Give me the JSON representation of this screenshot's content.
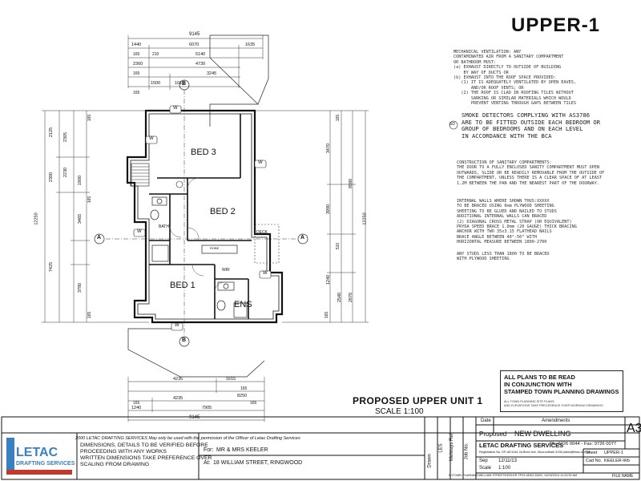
{
  "sheet_heading": "UPPER-1",
  "plan": {
    "title": "PROPOSED UPPER UNIT 1",
    "scale": "SCALE 1:100",
    "rooms": {
      "bed3": "BED 3",
      "bed2": "BED 2",
      "bed1": "BED 1",
      "ens": "ENS",
      "deck": "DECK",
      "wir": "WIR",
      "bath": "BATH",
      "robe": "ROBE"
    },
    "windows": [
      "W",
      "W",
      "W",
      "W",
      "W",
      "W"
    ],
    "top_dims": {
      "overall": "9145",
      "row1": [
        "1440",
        "6070",
        "1635"
      ],
      "row2": [
        "165",
        "210",
        "5140"
      ],
      "row3": [
        "2360",
        "4730"
      ],
      "row4": [
        "165",
        "3245"
      ],
      "row5": [
        "1500",
        "1015"
      ],
      "row6": [
        "165"
      ]
    },
    "bottom_dims": {
      "row1": [
        "4235",
        "1615"
      ],
      "row2": [
        "165",
        "8250"
      ],
      "row3": [
        "4235"
      ],
      "row4": [
        "165",
        "165"
      ],
      "row5": [
        "1240",
        "7905"
      ],
      "overall": "9145"
    },
    "left_dims": {
      "outer": "12250",
      "col2": [
        "2125",
        "2300",
        "7425"
      ],
      "col3": [
        "2305",
        "2230",
        "1800",
        "3465",
        "3780"
      ],
      "col4": [
        "165",
        "165",
        "165"
      ]
    },
    "right_dims": {
      "outer": "12250",
      "col1": [
        "9580"
      ],
      "col2": [
        "3470",
        "3990",
        "2540",
        "2870"
      ],
      "col3": [
        "165",
        "510",
        "1240",
        "165"
      ]
    },
    "sections": [
      "A",
      "A",
      "B",
      "B"
    ]
  },
  "notes": {
    "ventilation": "MECHANICAL VENTILATION: ANY\nCONTAMINATED AIR FROM A SANITARY COMPARTMENT\nOR BATHROOM MUST:\n(a) EXHAUST DIRECTLY TO OUTSIDE OF BUILDING\n    BY WAY OF DUCTS OR\n(b) EXHAUST INTO THE ROOF SPACE PROVIDED:\n   (1) IT IS ADEQUATELY VENTILATED BY OPEN EAVES,\n       AND/OR ROOF VENTS; OR\n   (2) THE ROOF IS CLAD IN ROOFING TILES WITHOUT\n       SARKING OR SIMILAR MATERIALS WHICH WOULD\n       PREVENT VENTING THROUGH GAPS BETWEEN TILES",
    "smoke_symbol": "SD",
    "smoke": "SMOKE DETECTORS COMPLYING WITH AS3786\nARE TO BE FITTED OUTSIDE EACH BEDROOM OR\nGROUP OF BEDROOMS AND ON EACH LEVEL\nIN ACCORDANCE WITH THE BCA",
    "sanitary": "CONSTRUCTION OF SANITARY COMPARTMENTS:\nTHE DOOR TO A FULLY ENCLOSED SANITY COMPARTMENT MUST OPEN\nOUTWARDS, SLIDE OR BE READILY REMOVABLE FROM THE OUTSIDE OF\nTHE COMPARTMENT, UNLESS THERE IS A CLEAR SPACE OF AT LEAST\n1.2M BETWEEN THE PAN AND THE NEAREST PART OF THE DOORWAY.",
    "bracing": "INTERNAL WALLS WHERE SHOWN THUS:XXXXX\nTO BE BRACED USING 6mm PLYWOOD SHEETING\nSHEETING TO BE GLUED AND NAILED TO STUDS\nADDITIONAL INTERNAL WALLS CAN BRACED\n(2) DIAGONAL CROSS METAL STRAP (OR EQUIVALENT)\nPRYDA SPEED BRACE 1.0mm (20 GAUGE) THICK BRACING\nANCHOR WITH TWO 35x3.15 FLATHEAD NAILS\nBRACE ANGLE BETWEEN 40°-50° WITH\nHORIZONTAL MEASURE BETWEEN 1800-2700",
    "studs": "ANY STUDS LESS THAN 1800 TO BE BRACED\nWITH PLYWOOD SHEETING"
  },
  "stamp": {
    "text": "ALL PLANS TO BE READ\nIN CONJUNCTION WITH\nSTAMPED TOWN PLANNING DRAWINGS",
    "small": "ALL TOWN PLANNING SITE PLANS\nAND ELEVATIONS TAKE PRECEDENCE OVER WORKING DRAWINGS"
  },
  "title_block": {
    "copyright": "2000 LETAC DRAFTING SERVICES May only be used with the permission of the Officer of Letac Drafting Services",
    "logo_letters": "LETAC",
    "logo_sub": "DRAFTING SERVICES",
    "disclaimer": "DIMENSIONS, DETAILS TO BE VERIFIED BEFORE\nPROCEEDING WITH ANY WORKS\nWRITTEN DIMENSIONS TAKE PREFERENCE OVER\nSCALING FROM DRAWING",
    "for_label": "For:",
    "client": "MR & MRS KEELER",
    "at_label": "At:",
    "address": "18 WILLIAM STREET, RINGWOOD",
    "side_labels": [
      "Drawn",
      "LES",
      "Melways Ref.",
      "Job No."
    ],
    "date_label": "Date",
    "amendments_label": "Amendments",
    "proposed_label": "Proposed",
    "project": "NEW DWELLING",
    "company": "LETAC DRAFTING SERVICES",
    "phone": "Ph: 9726 0044 - Fax: 9726 0077",
    "registration": "Registration No. DP-AD1244  2a Brice Ave, Mooroolbark 3138  plans@letac.com.au",
    "sep_label": "Sep",
    "date_value": "12/11/13",
    "scale_label": "Scale",
    "scale_value": "1:100",
    "size": "A3",
    "sheet_label": "Sheet",
    "sheet_value": "UPPER-1",
    "cad_label": "Cad No.",
    "cad_value": "KEELER-Wb",
    "footer_path": "K:\\TOWN PLANNING\\WILLIAM STREET\\KEELER TP23-4DDZ.DWG, 12/03/2014 11:23:30 AM",
    "file_name_label": "FILE NAME"
  }
}
